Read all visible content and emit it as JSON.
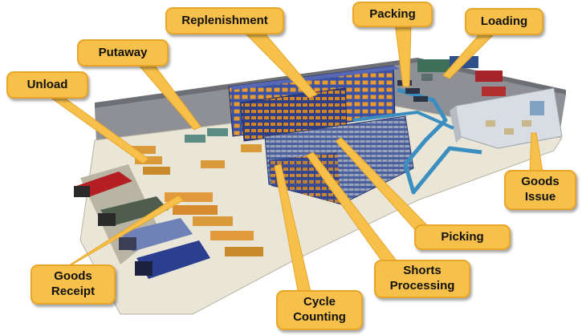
{
  "callouts": {
    "replenishment": "Replenishment",
    "packing": "Packing",
    "loading": "Loading",
    "putaway": "Putaway",
    "unload": "Unload",
    "goods_issue": "Goods\nIssue",
    "picking": "Picking",
    "shorts_processing": "Shorts\nProcessing",
    "goods_receipt": "Goods\nReceipt",
    "cycle_counting": "Cycle\nCounting"
  },
  "colors": {
    "callout_fill": "#f6c04a",
    "callout_border": "#e7a62a",
    "floor": "#e9e6d8",
    "wall": "#8e9096",
    "rack_blue": "#3a52a6",
    "rack_orange": "#e89a2e",
    "conveyor": "#3b8fc0"
  }
}
